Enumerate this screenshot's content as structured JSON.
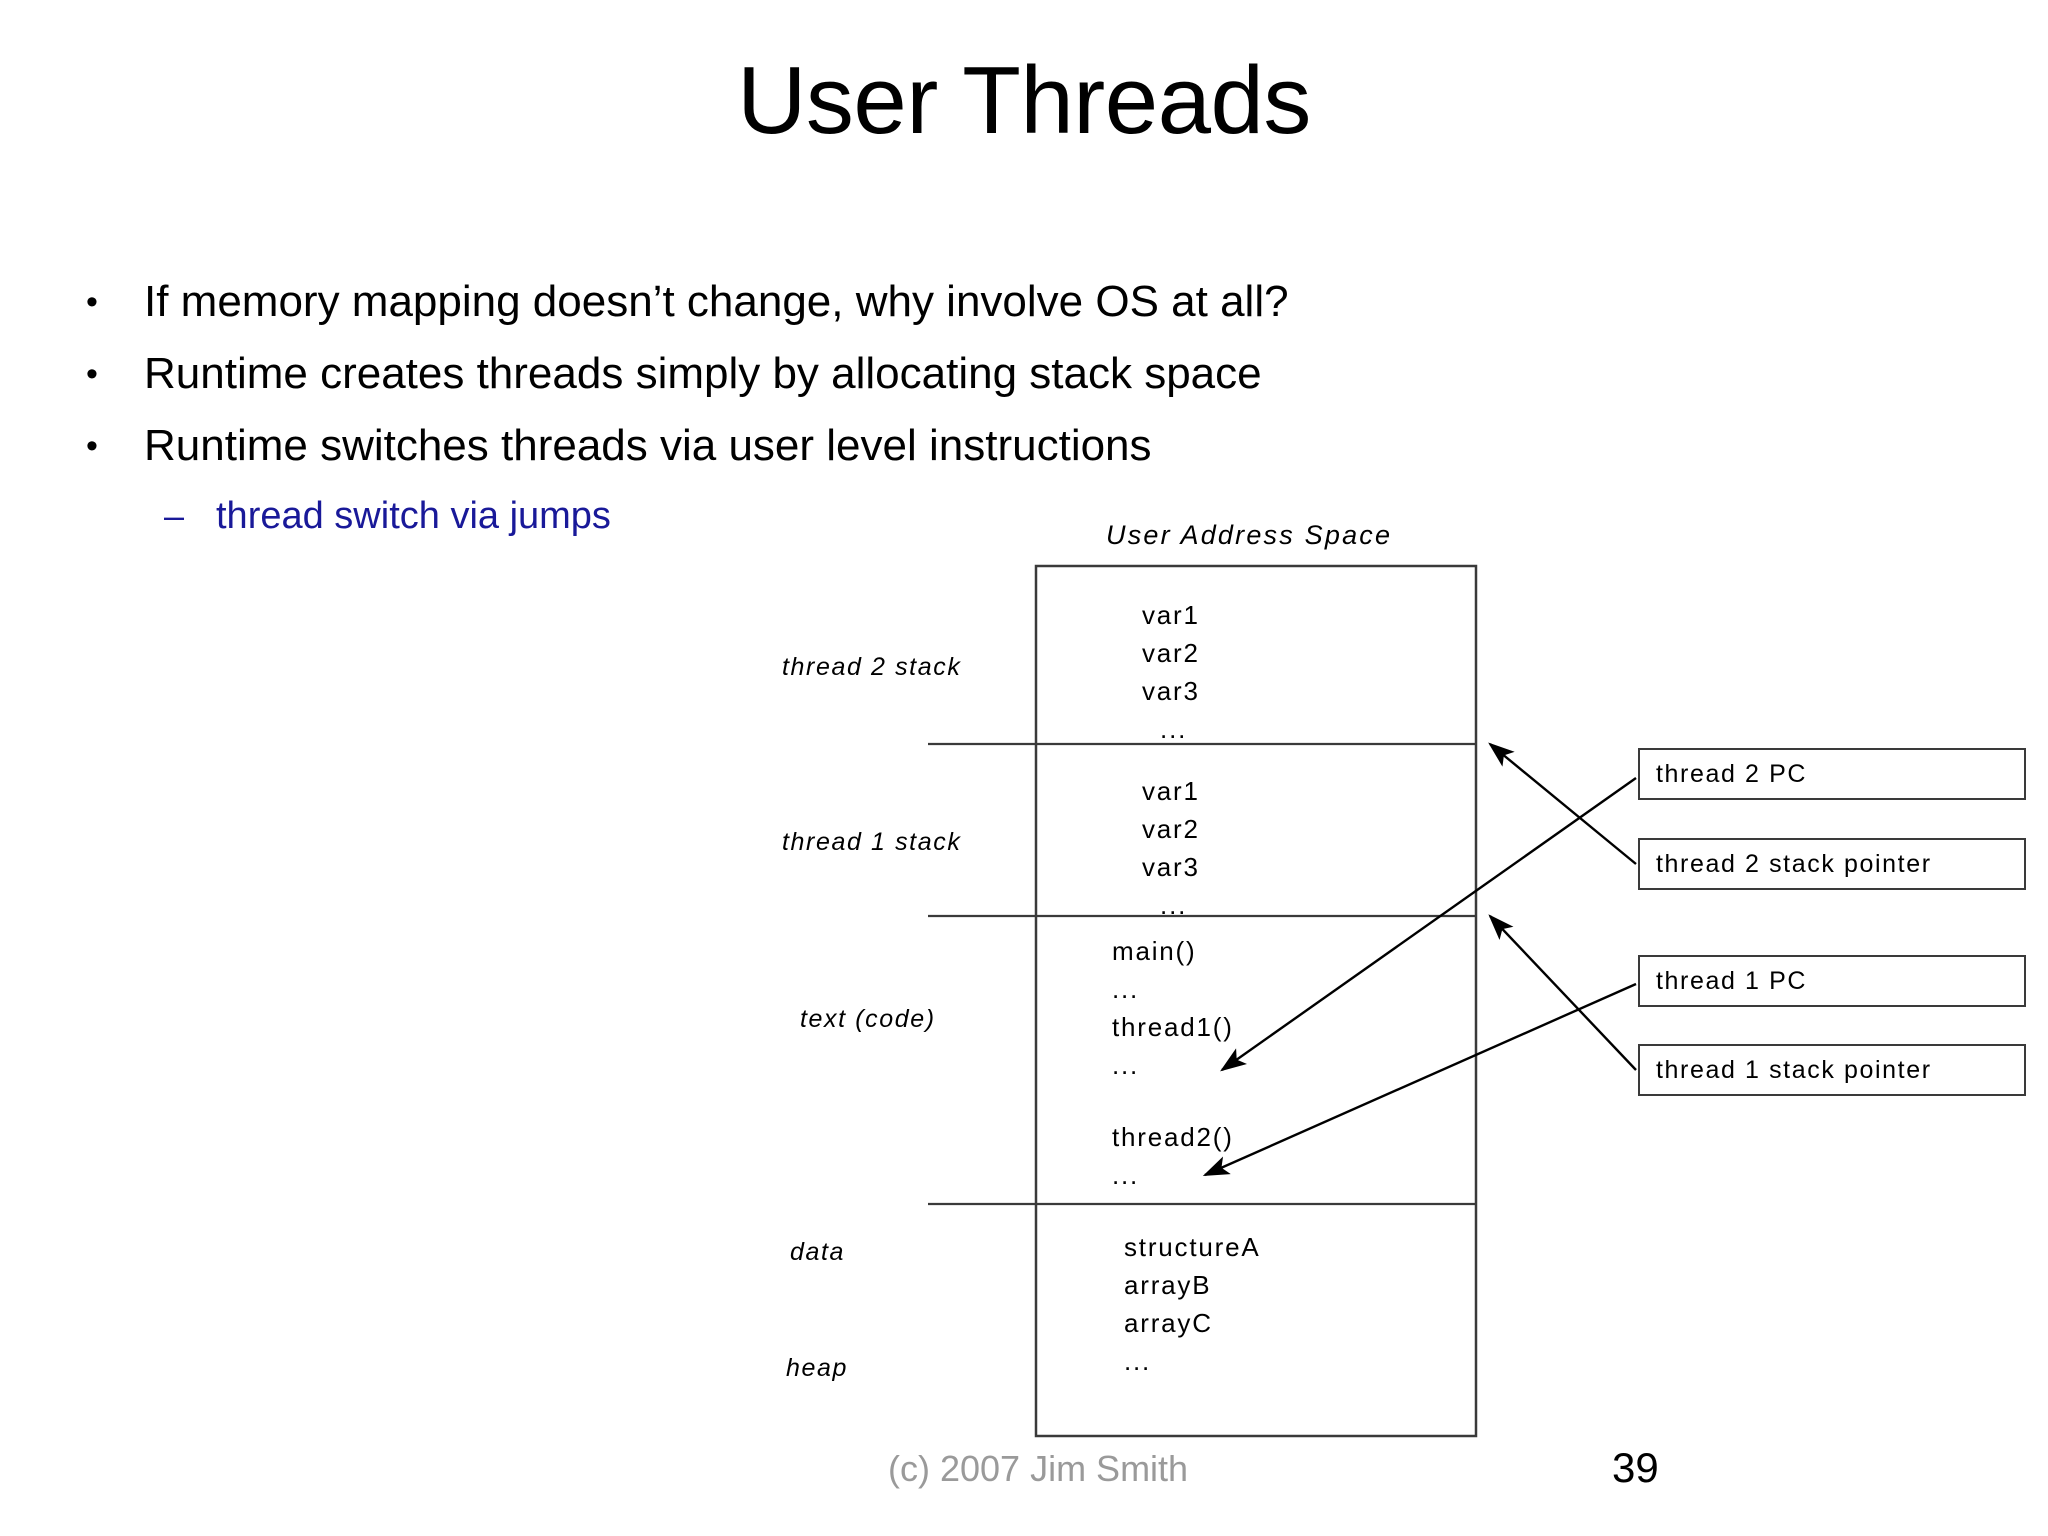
{
  "slide": {
    "title": "User Threads",
    "page_number": "39",
    "credit": "(c) 2007 Jim Smith",
    "accent_color": "#191999",
    "text_color": "#000000",
    "credit_color": "#9a9a9a",
    "background": "#ffffff"
  },
  "bullets": [
    {
      "marker": "•",
      "text": "If memory mapping doesn’t change, why involve OS at all?"
    },
    {
      "marker": "•",
      "text": "Runtime creates threads simply by allocating stack space"
    },
    {
      "marker": "•",
      "text": "Runtime switches threads via user level instructions"
    }
  ],
  "sub_bullet": {
    "marker": "–",
    "text": "thread switch via jumps"
  },
  "diagram": {
    "heading": "User Address Space",
    "region_labels": [
      "thread 2 stack",
      "thread 1 stack",
      "text (code)",
      "data",
      "heap"
    ],
    "segments": {
      "thread2_stack": "var1\nvar2\nvar3\n  ...",
      "thread1_stack": "var1\nvar2\nvar3\n  ...",
      "text_code_top": "main()\n...\nthread1()\n...",
      "text_code_bottom": "thread2()\n...",
      "data_heap": "structureA\narrayB\narrayC\n..."
    },
    "registers": [
      "thread 2 PC",
      "thread 2 stack pointer",
      "thread 1 PC",
      "thread 1 stack pointer"
    ]
  }
}
